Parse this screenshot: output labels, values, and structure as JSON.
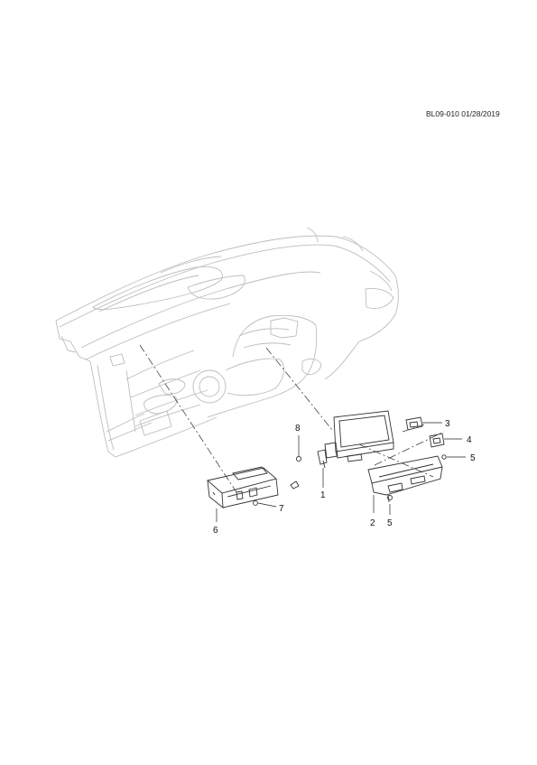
{
  "document": {
    "code": "BL09-010  01/28/2019"
  },
  "callouts": {
    "c1": "1",
    "c2": "2",
    "c3": "3",
    "c4": "4",
    "c5a": "5",
    "c5b": "5",
    "c6": "6",
    "c7": "7",
    "c8": "8"
  },
  "colors": {
    "outline": "#bdbdbd",
    "part": "#333333",
    "leader": "#222222"
  }
}
